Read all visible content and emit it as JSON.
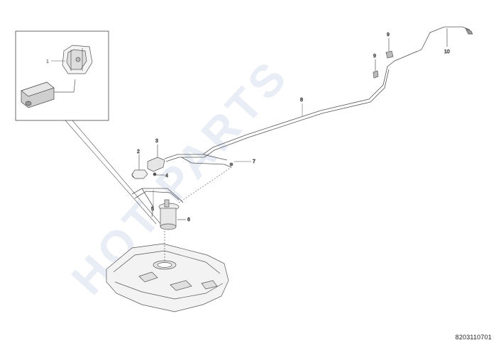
{
  "watermark": "HOT PARTS",
  "callouts": {
    "c1": "1",
    "c2": "2",
    "c3": "3",
    "c4": "4",
    "c5": "5",
    "c6": "6",
    "c7": "7",
    "c8": "8",
    "c9a": "9",
    "c9b": "9",
    "c10": "10"
  },
  "diagram_code": "8203110701"
}
